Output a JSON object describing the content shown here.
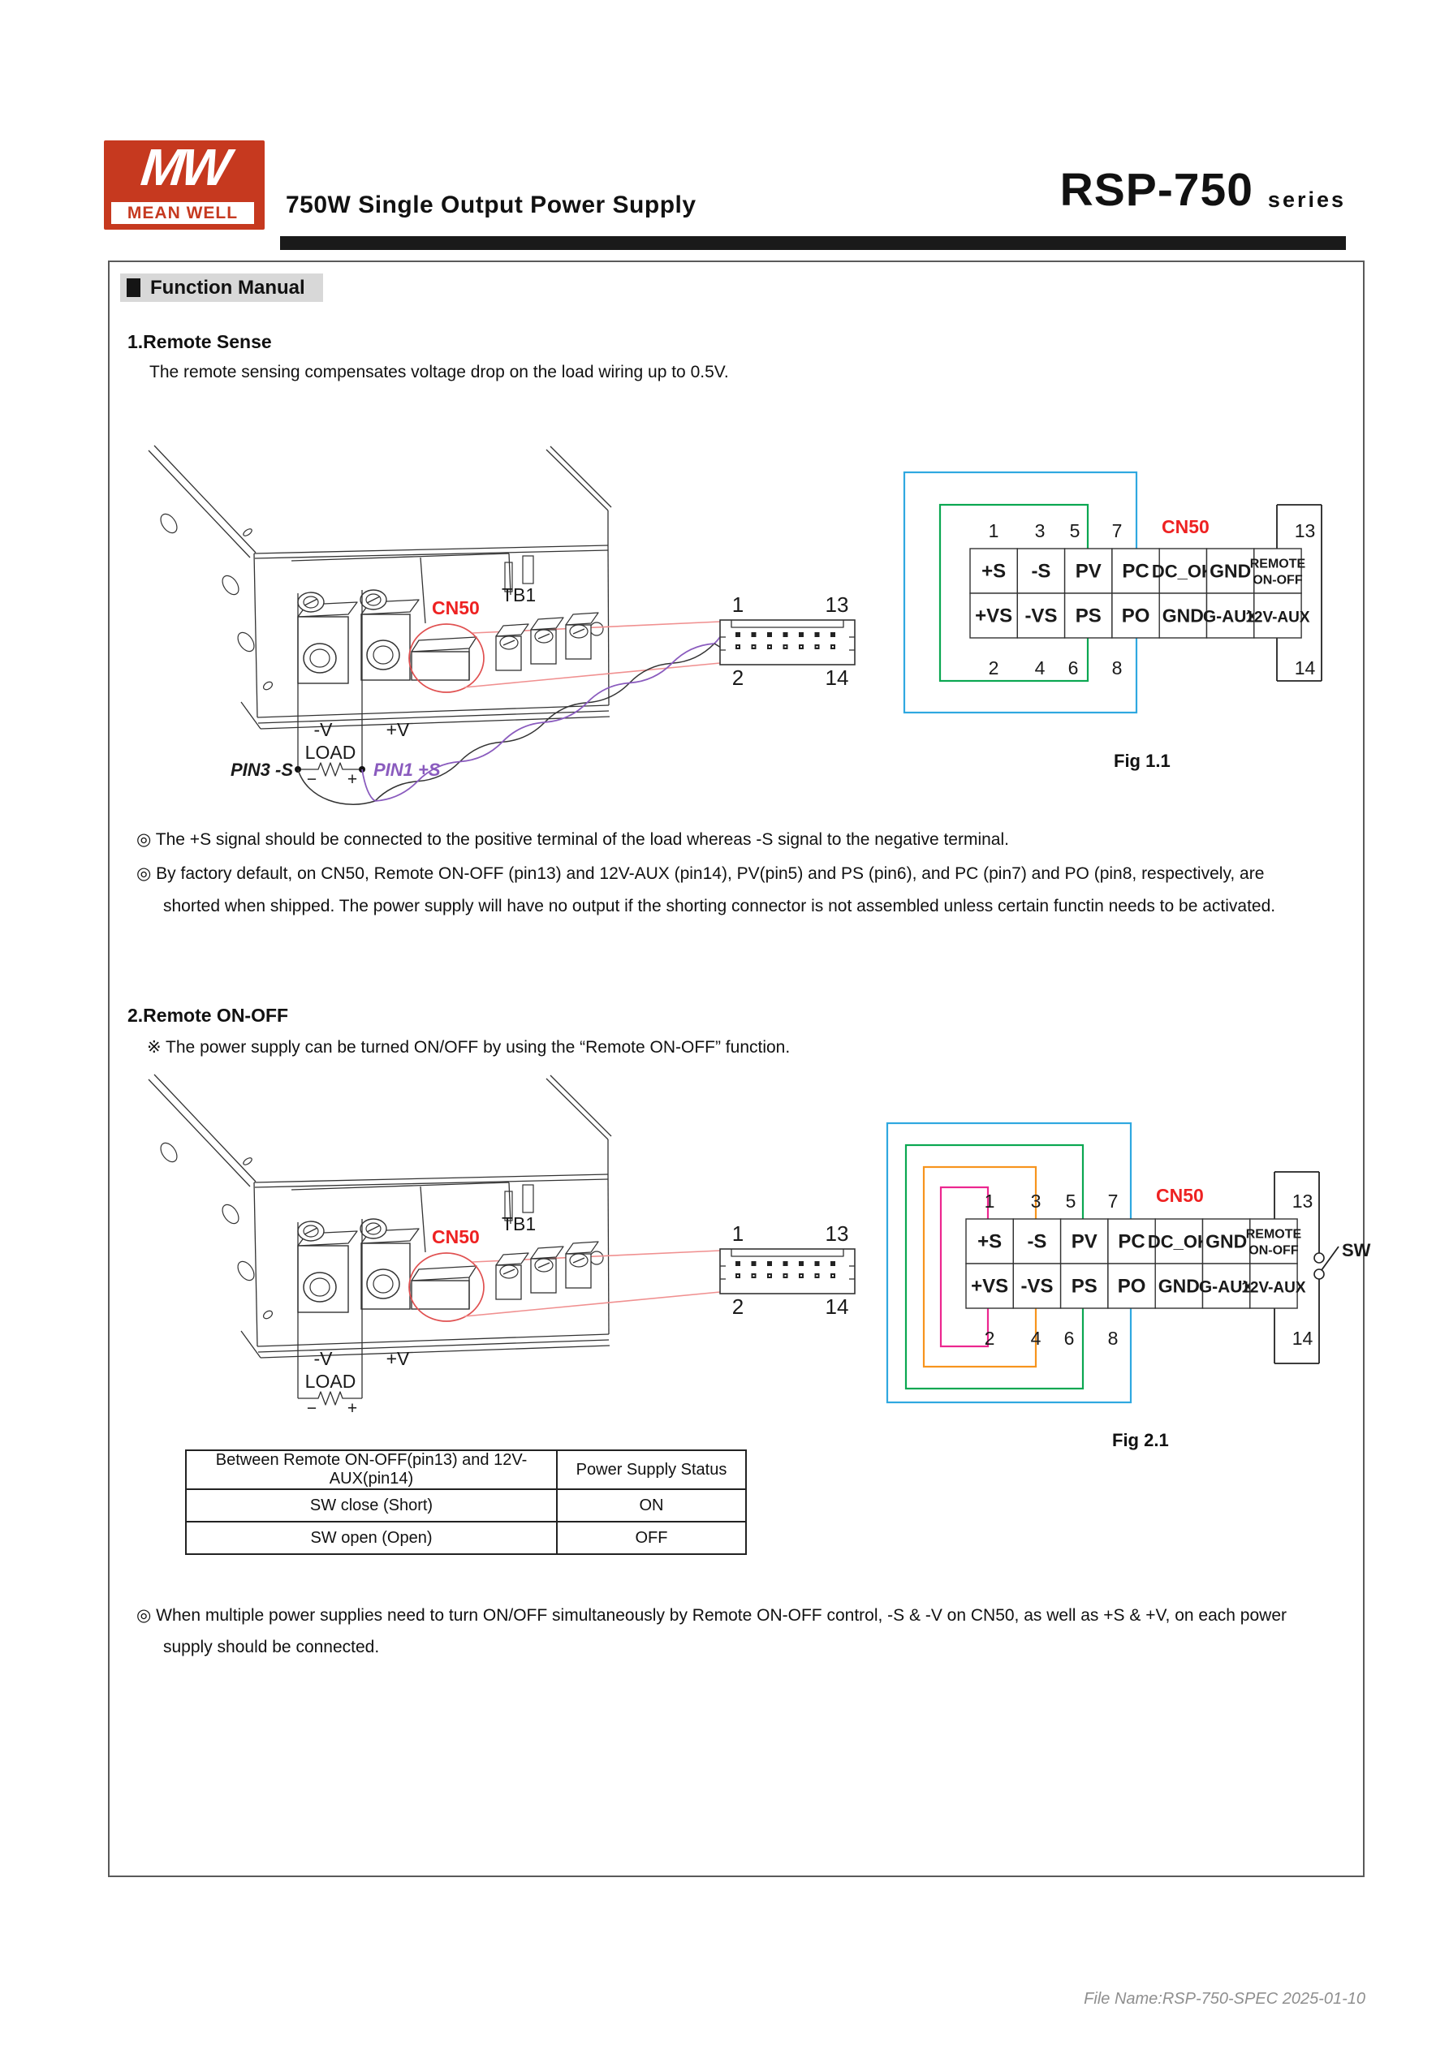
{
  "header": {
    "logo_mw": "MW",
    "logo_meanwell": "MEAN WELL",
    "subtitle": "750W Single Output Power Supply",
    "series_name": "RSP-750",
    "series_suffix": "series"
  },
  "section_title": "Function Manual",
  "remote_sense": {
    "heading": "1.Remote Sense",
    "body": "The remote sensing compensates voltage drop on the load wiring up to 0.5V.",
    "fig_caption": "Fig 1.1",
    "note1": "◎ The +S signal should be connected to the positive terminal of the load whereas -S signal to the negative terminal.",
    "note2_line1": "◎ By factory default, on CN50, Remote ON-OFF (pin13) and 12V-AUX (pin14), PV(pin5) and PS (pin6), and PC (pin7) and PO (pin8, respectively, are",
    "note2_line2": "shorted when shipped. The power supply will have no output if the shorting connector is not assembled unless certain functin needs to be activated."
  },
  "remote_onoff": {
    "heading": "2.Remote ON-OFF",
    "note": "※ The power supply can be turned ON/OFF by using the “Remote ON-OFF” function.",
    "fig_caption": "Fig 2.1",
    "closing_line1": "◎ When multiple power supplies need to turn ON/OFF simultaneously by Remote ON-OFF control, -S & -V on CN50, as well as +S & +V, on each power",
    "closing_line2": "supply should be connected."
  },
  "figure_labels": {
    "cn50": "CN50",
    "tb1": "TB1",
    "neg_v": "-V",
    "pos_v": "+V",
    "load": "LOAD",
    "minus": "−",
    "plus": "+",
    "pin3": "PIN3 -S",
    "pin1": "PIN1 +S",
    "connector_pins": {
      "tl": "1",
      "tr": "13",
      "bl": "2",
      "br": "14"
    }
  },
  "pin_table": {
    "cn50": "CN50",
    "top_numbers": [
      "1",
      "3",
      "5",
      "7"
    ],
    "bottom_numbers": [
      "2",
      "4",
      "6",
      "8"
    ],
    "pin13": "13",
    "pin14": "14",
    "row1": [
      "+S",
      "-S",
      "PV",
      "PC",
      "DC_OK",
      "GND",
      "REMOTE\nON-OFF"
    ],
    "row2": [
      "+VS",
      "-VS",
      "PS",
      "PO",
      "GND",
      "G-AUX",
      "12V-AUX"
    ],
    "sw": "SW"
  },
  "status_table": {
    "headers": [
      "Between Remote ON-OFF(pin13) and 12V-AUX(pin14)",
      "Power Supply Status"
    ],
    "rows": [
      [
        "SW close (Short)",
        "ON"
      ],
      [
        "SW open (Open)",
        "OFF"
      ]
    ]
  },
  "footer": "File Name:RSP-750-SPEC  2025-01-10",
  "colors": {
    "brand_red": "#c6391f",
    "red_text": "#ee2222",
    "red_ellipse": "#e05050",
    "red_leader": "#f09090",
    "purple": "#8a5bbe",
    "blue": "#2fa8e0",
    "green": "#0aa751",
    "orange": "#f7941d",
    "magenta": "#ec268f",
    "line": "#333333",
    "header_label_bg": "#d8d8d8",
    "footer_gray": "#8f8f8f"
  }
}
